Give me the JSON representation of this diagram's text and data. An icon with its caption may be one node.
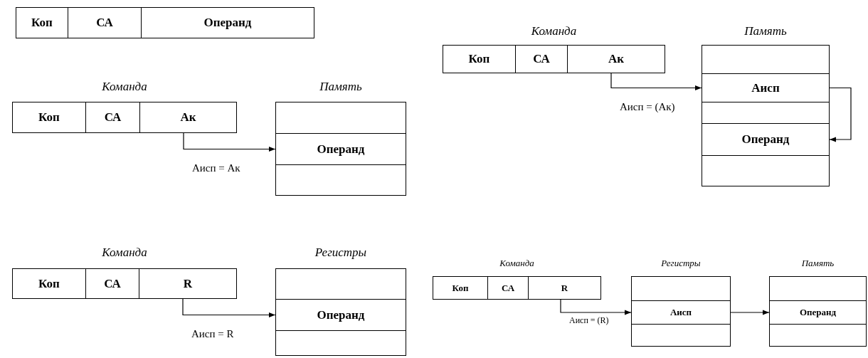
{
  "diagram": {
    "nodes": [
      {
        "text": [
          "Коп"
        ]
      },
      {
        "text": [
          "СА"
        ]
      },
      {
        "text": [
          "Операнд"
        ]
      },
      {
        "text": [
          "Команда"
        ]
      },
      {
        "text": [
          "Коп"
        ],
        "in": 3
      },
      {
        "text": [
          "СА"
        ],
        "in": 3
      },
      {
        "text": [
          "Ак"
        ],
        "in": 3
      },
      {
        "text": [
          "Память"
        ]
      },
      {
        "text": [],
        "shape": "box",
        "in": 7
      },
      {
        "text": [
          "Операнд"
        ],
        "in": 7
      },
      {
        "text": [],
        "shape": "box",
        "in": 7
      },
      {
        "text": [
          "Команда"
        ]
      },
      {
        "text": [
          "Коп"
        ],
        "in": 11
      },
      {
        "text": [
          "СА"
        ],
        "in": 11
      },
      {
        "text": [
          "Ак"
        ],
        "in": 11
      },
      {
        "text": [
          "Память"
        ]
      },
      {
        "text": [],
        "shape": "box",
        "in": 15
      },
      {
        "text": [
          "Аисп"
        ],
        "in": 15
      },
      {
        "text": [],
        "shape": "box",
        "in": 15
      },
      {
        "text": [
          "Операнд"
        ],
        "in": 15
      },
      {
        "text": [],
        "shape": "box",
        "in": 15
      },
      {
        "text": [
          "Команда"
        ]
      },
      {
        "text": [
          "Коп"
        ],
        "in": 21
      },
      {
        "text": [
          "СА"
        ],
        "in": 21
      },
      {
        "text": [
          "R"
        ],
        "in": 21
      },
      {
        "text": [
          "Регистры"
        ]
      },
      {
        "text": [],
        "shape": "box",
        "in": 25
      },
      {
        "text": [
          "Операнд"
        ],
        "in": 25
      },
      {
        "text": [],
        "shape": "box",
        "in": 25
      },
      {
        "text": [
          "Команда"
        ]
      },
      {
        "text": [
          "Коп"
        ],
        "in": 29
      },
      {
        "text": [
          "СА"
        ],
        "in": 29
      },
      {
        "text": [
          "R"
        ],
        "in": 29
      },
      {
        "text": [
          "Регистры"
        ]
      },
      {
        "text": [],
        "shape": "box",
        "in": 33
      },
      {
        "text": [
          "Аисп"
        ],
        "in": 33
      },
      {
        "text": [],
        "shape": "box",
        "in": 33
      },
      {
        "text": [
          "Память"
        ]
      },
      {
        "text": [],
        "shape": "box",
        "in": 37
      },
      {
        "text": [
          "Операнд"
        ],
        "in": 37
      },
      {
        "text": [],
        "shape": "box",
        "in": 37
      }
    ],
    "edges": [
      {
        "from": 6,
        "to": 9,
        "arrow": "to",
        "label": "Аисп = Ак"
      },
      {
        "from": 14,
        "to": 17,
        "arrow": "to",
        "label": "Аисп = (Ак)"
      },
      {
        "from": 17,
        "to": 19,
        "arrow": "to"
      },
      {
        "from": 24,
        "to": 27,
        "arrow": "to",
        "label": "Аисп = R"
      },
      {
        "from": 32,
        "to": 35,
        "arrow": "to",
        "label": "Аисп = (R)"
      },
      {
        "from": 35,
        "to": 39,
        "arrow": "to"
      }
    ]
  }
}
